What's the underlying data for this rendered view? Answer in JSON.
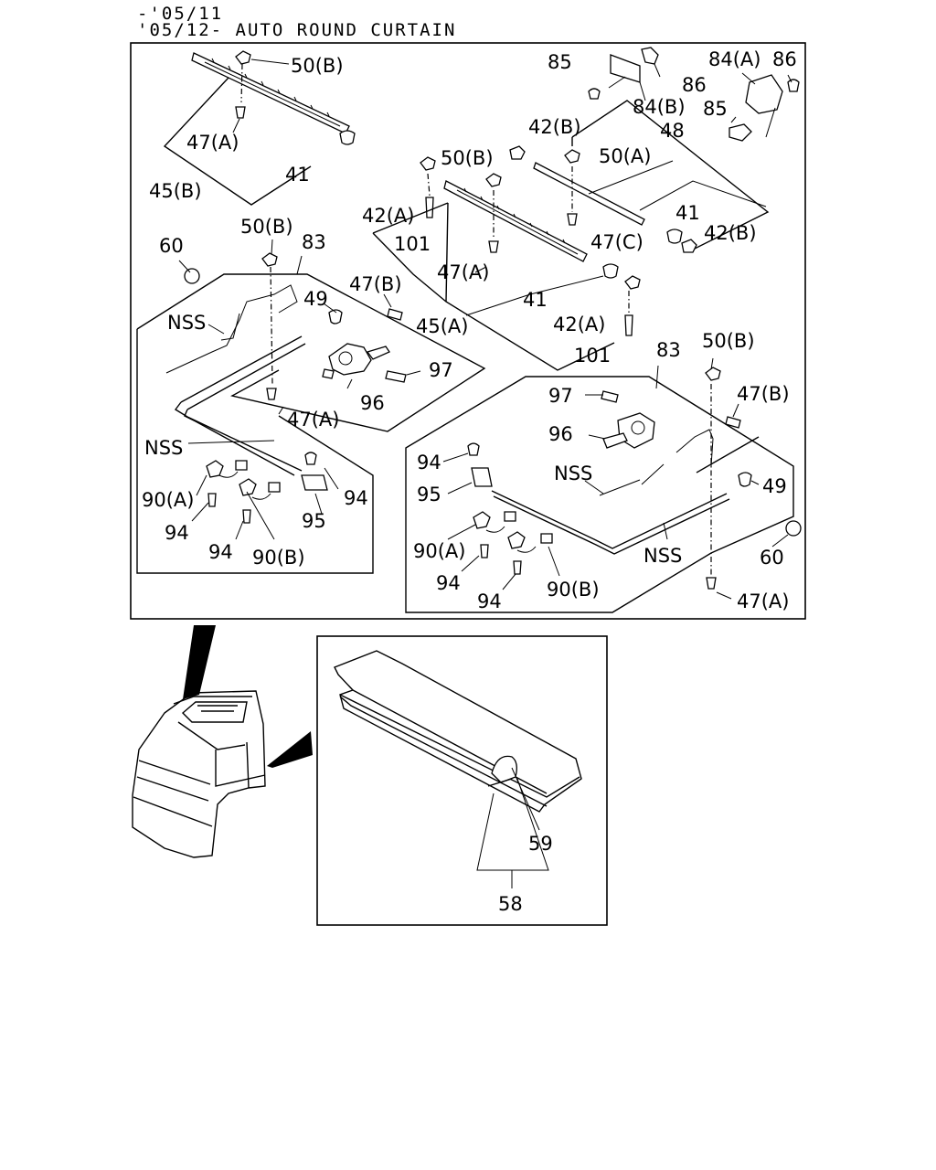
{
  "header": {
    "line1": "-'05/11",
    "line2": "'05/12- AUTO ROUND CURTAIN"
  },
  "callouts": {
    "c50B_top": "50(B)",
    "c47A_tl": "47(A)",
    "c45B": "45(B)",
    "c41_tl": "41",
    "c60_l": "60",
    "c50B_l": "50(B)",
    "c83_l": "83",
    "c49_l": "49",
    "cNSS_l1": "NSS",
    "c47B_m": "47(B)",
    "c45A": "45(A)",
    "c97_l": "97",
    "c96_l": "96",
    "c47A_l": "47(A)",
    "cNSS_l2": "NSS",
    "c90A_l": "90(A)",
    "c94_l1": "94",
    "c94_l2": "94",
    "c90B_l": "90(B)",
    "c95_l": "95",
    "c94_l3": "94",
    "c42A_m": "42(A)",
    "c101_m": "101",
    "c50B_m": "50(B)",
    "c47A_m": "47(A)",
    "c41_m": "41",
    "c42A_m2": "42(A)",
    "c101_m2": "101",
    "c85_t": "85",
    "c86_t": "86",
    "c84A": "84(A)",
    "c86_tr": "86",
    "c84B": "84(B)",
    "c85_r": "85",
    "c42B_t": "42(B)",
    "c48": "48",
    "c50A": "50(A)",
    "c41_r": "41",
    "c42B_r": "42(B)",
    "c47C": "47(C)",
    "c83_r": "83",
    "c50B_r": "50(B)",
    "c97_r": "97",
    "c47B_r": "47(B)",
    "c96_r": "96",
    "c94_r1": "94",
    "c95_r": "95",
    "cNSS_r1": "NSS",
    "c49_r": "49",
    "c90A_r": "90(A)",
    "cNSS_r2": "NSS",
    "c60_r": "60",
    "c94_r2": "94",
    "c90B_r": "90(B)",
    "c94_r3": "94",
    "c47A_r": "47(A)",
    "c59": "59",
    "c58": "58"
  }
}
